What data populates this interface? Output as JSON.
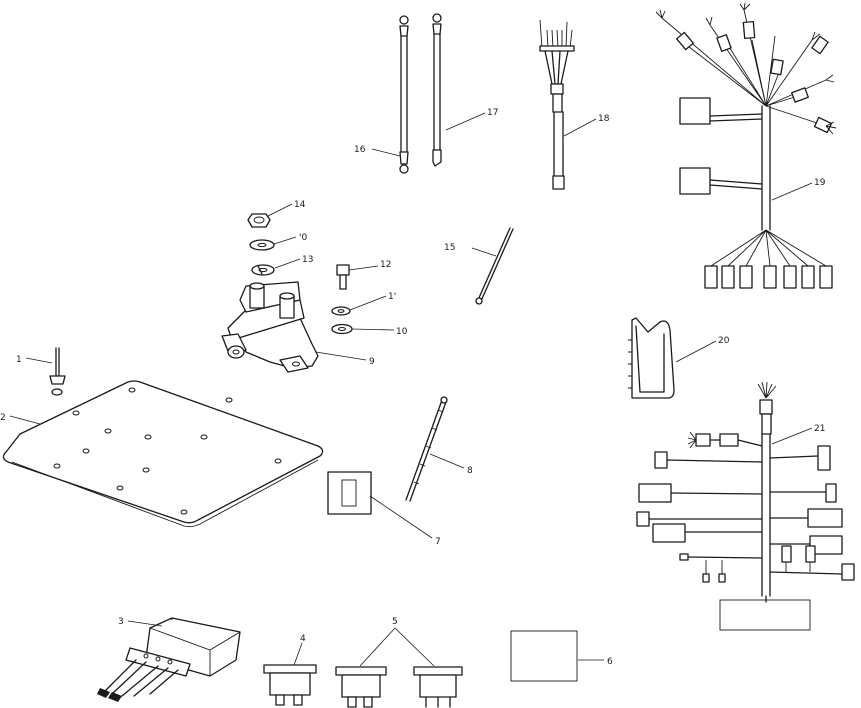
{
  "callouts": {
    "c1": "1",
    "c2": "2",
    "c3": "3",
    "c4": "4",
    "c5": "5",
    "c6": "6",
    "c7": "7",
    "c8": "8",
    "c9": "9",
    "c10": "10",
    "c10b": "'0",
    "c11": "1'",
    "c12": "12",
    "c13": "13",
    "c14": "14",
    "c15": "15",
    "c16": "16",
    "c17": "17",
    "c18": "18",
    "c19": "19",
    "c20": "20",
    "c21": "21"
  }
}
